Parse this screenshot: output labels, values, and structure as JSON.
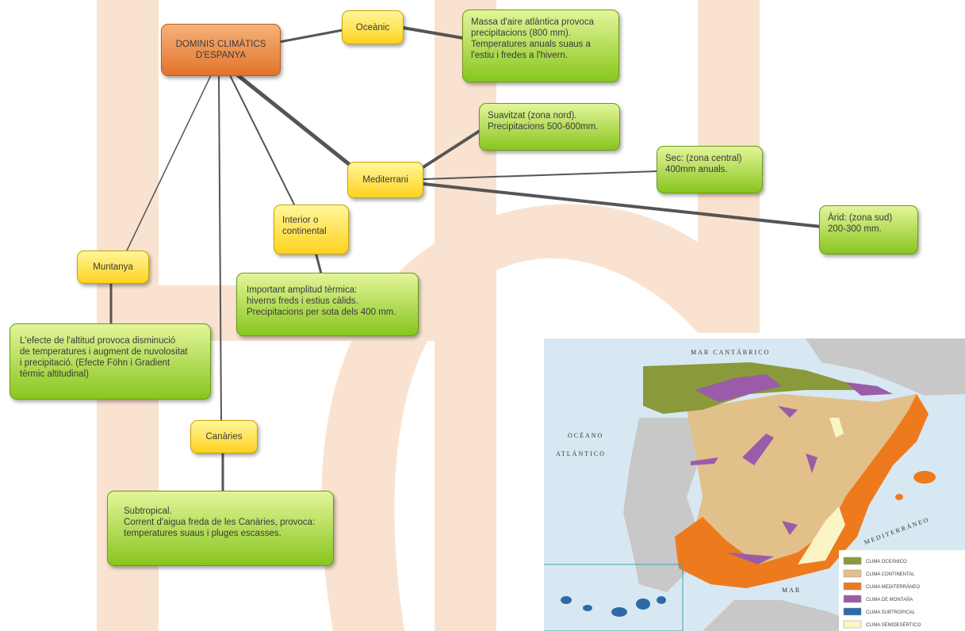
{
  "root": {
    "label": "DOMINIS CLIMÀTICS\nD'ESPANYA"
  },
  "domains": {
    "oceanic": {
      "label": "Oceànic",
      "description": "Massa d'aire atlàntica provoca\nprecipitacions (800 mm).\nTemperatures anuals suaus a\nl'estiu i fredes a l'hivern."
    },
    "mediterrani": {
      "label": "Mediterrani",
      "subtypes": [
        {
          "label": "Suavitzat (zona nord).\nPrecipitacions 500-600mm."
        },
        {
          "label": "Sec: (zona central)\n400mm anuals."
        },
        {
          "label": "Àrid: (zona sud)\n200-300 mm."
        }
      ]
    },
    "interior": {
      "label": "Interior o\ncontinental",
      "description": "Important amplitud tèrmica:\nhiverns freds i estius càlids.\nPrecipitacions per sota dels 400 mm."
    },
    "muntanya": {
      "label": "Muntanya",
      "description": "L'efecte de l'altitud provoca disminució\nde temperatures i augment de nuvolositat\n i precipitació. (Efecte Föhn i Gradient\ntèrmic altitudinal)"
    },
    "canaries": {
      "label": "Canàries",
      "description": "Subtropical.\nCorrent d'aigua freda de les Canàries, provoca:\ntemperatures suaus i pluges escasses."
    }
  },
  "map": {
    "labels": {
      "cantabric": "MAR CANTÁBRICO",
      "oceano": "OCÉANO",
      "atlantico": "ATLÁNTICO",
      "mediterraneo": "MEDITERRÁNEO",
      "mar": "MAR"
    },
    "legend": [
      {
        "label": "CLIMA OCEÁNICO",
        "color": "#8a9a3a"
      },
      {
        "label": "CLIMA CONTINENTAL",
        "color": "#e2c08a"
      },
      {
        "label": "CLIMA MEDITERRÁNEO",
        "color": "#ee7a1e"
      },
      {
        "label": "CLIMA DE MONTAÑA",
        "color": "#9a5ca8"
      },
      {
        "label": "CLIMA SUBTROPICAL",
        "color": "#2f6aa8"
      },
      {
        "label": "CLIMA SEMIDESÉRTICO",
        "color": "#fbf4c4"
      }
    ]
  },
  "colors": {
    "orange_node": "#e8843a",
    "yellow_node": "#ffe14a",
    "green_node": "#a6d63a",
    "connector": "#555555",
    "watermark": "#f9e3d0",
    "sea": "#d8e8f3",
    "land_outside": "#c8c8c8"
  }
}
